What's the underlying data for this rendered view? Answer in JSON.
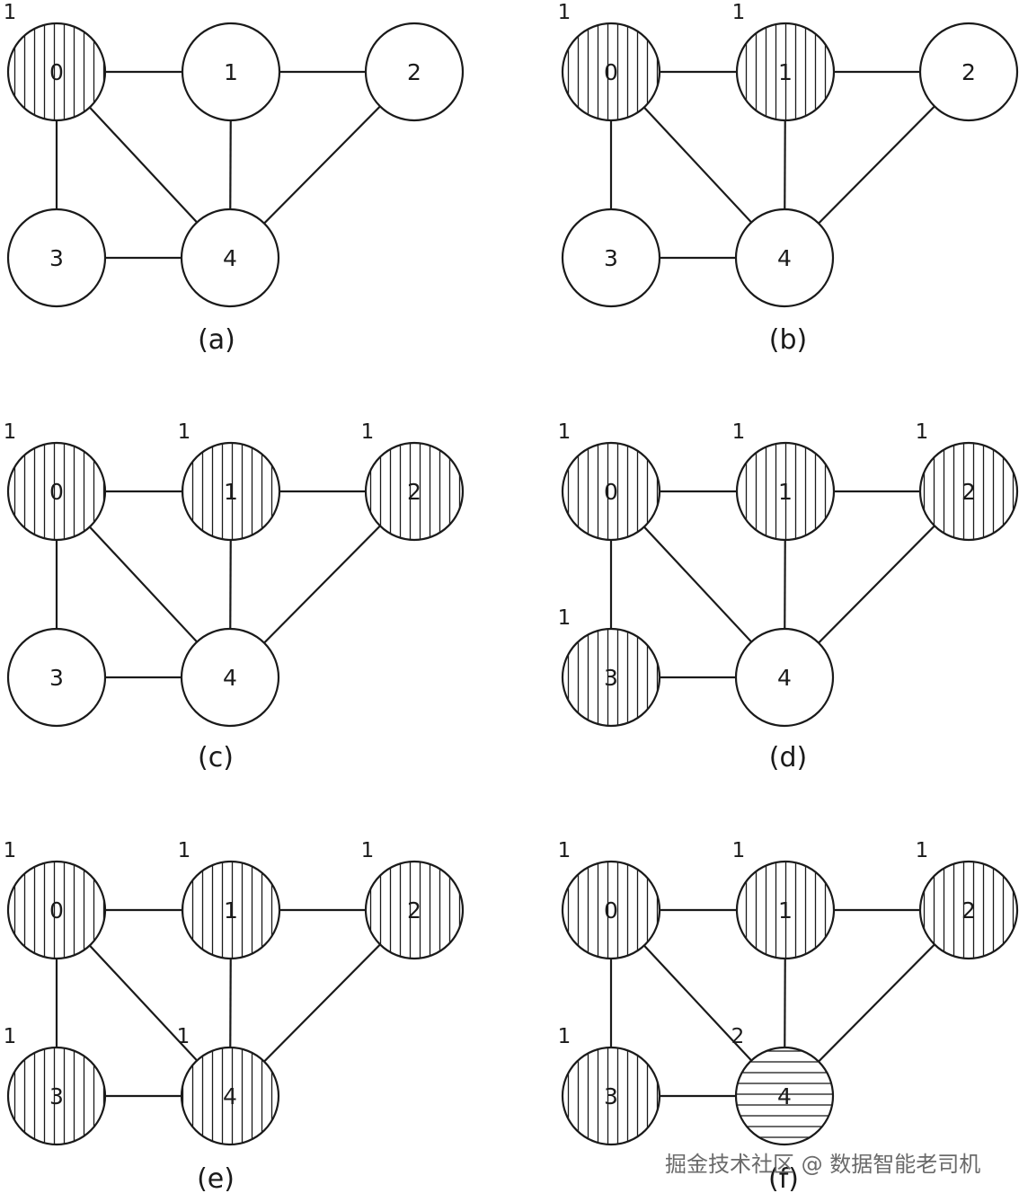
{
  "panels": [
    {
      "caption": "(a)",
      "nodes": [
        {
          "id": "0",
          "color_label": "1",
          "pattern": "vertical"
        },
        {
          "id": "1",
          "color_label": "",
          "pattern": "none"
        },
        {
          "id": "2",
          "color_label": "",
          "pattern": "none"
        },
        {
          "id": "3",
          "color_label": "",
          "pattern": "none"
        },
        {
          "id": "4",
          "color_label": "",
          "pattern": "none"
        }
      ]
    },
    {
      "caption": "(b)",
      "nodes": [
        {
          "id": "0",
          "color_label": "1",
          "pattern": "vertical"
        },
        {
          "id": "1",
          "color_label": "1",
          "pattern": "vertical"
        },
        {
          "id": "2",
          "color_label": "",
          "pattern": "none"
        },
        {
          "id": "3",
          "color_label": "",
          "pattern": "none"
        },
        {
          "id": "4",
          "color_label": "",
          "pattern": "none"
        }
      ]
    },
    {
      "caption": "(c)",
      "nodes": [
        {
          "id": "0",
          "color_label": "1",
          "pattern": "vertical"
        },
        {
          "id": "1",
          "color_label": "1",
          "pattern": "vertical"
        },
        {
          "id": "2",
          "color_label": "1",
          "pattern": "vertical"
        },
        {
          "id": "3",
          "color_label": "",
          "pattern": "none"
        },
        {
          "id": "4",
          "color_label": "",
          "pattern": "none"
        }
      ]
    },
    {
      "caption": "(d)",
      "nodes": [
        {
          "id": "0",
          "color_label": "1",
          "pattern": "vertical"
        },
        {
          "id": "1",
          "color_label": "1",
          "pattern": "vertical"
        },
        {
          "id": "2",
          "color_label": "1",
          "pattern": "vertical"
        },
        {
          "id": "3",
          "color_label": "1",
          "pattern": "vertical"
        },
        {
          "id": "4",
          "color_label": "",
          "pattern": "none"
        }
      ]
    },
    {
      "caption": "(e)",
      "nodes": [
        {
          "id": "0",
          "color_label": "1",
          "pattern": "vertical"
        },
        {
          "id": "1",
          "color_label": "1",
          "pattern": "vertical"
        },
        {
          "id": "2",
          "color_label": "1",
          "pattern": "vertical"
        },
        {
          "id": "3",
          "color_label": "1",
          "pattern": "vertical"
        },
        {
          "id": "4",
          "color_label": "1",
          "pattern": "vertical"
        }
      ]
    },
    {
      "caption": "(f)",
      "nodes": [
        {
          "id": "0",
          "color_label": "1",
          "pattern": "vertical"
        },
        {
          "id": "1",
          "color_label": "1",
          "pattern": "vertical"
        },
        {
          "id": "2",
          "color_label": "1",
          "pattern": "vertical"
        },
        {
          "id": "3",
          "color_label": "1",
          "pattern": "vertical"
        },
        {
          "id": "4",
          "color_label": "2",
          "pattern": "horizontal"
        }
      ]
    }
  ],
  "edges": [
    [
      "0",
      "1"
    ],
    [
      "1",
      "2"
    ],
    [
      "0",
      "3"
    ],
    [
      "0",
      "4"
    ],
    [
      "1",
      "4"
    ],
    [
      "2",
      "4"
    ],
    [
      "3",
      "4"
    ]
  ],
  "watermark": "掘金技术社区 @ 数据智能老司机",
  "colors": {
    "stroke": "#1a1a1a",
    "fill": "#ffffff",
    "watermark": "#6a6a6a"
  }
}
